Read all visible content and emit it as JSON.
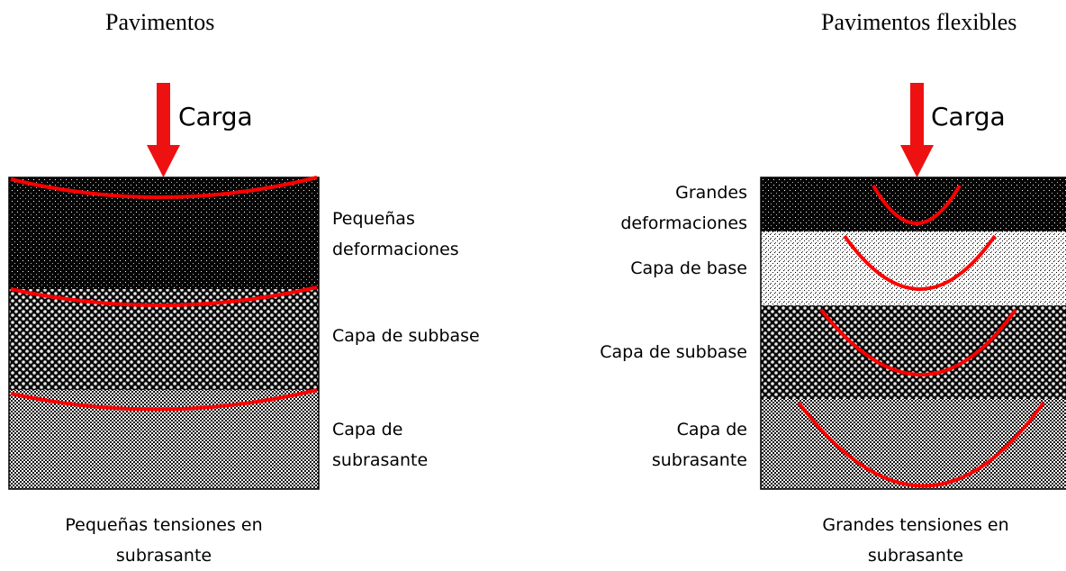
{
  "left": {
    "title": "Pavimentos",
    "load": "Carga",
    "layer_labels": {
      "top": [
        "Pequeñas",
        "deformaciones"
      ],
      "subbase": [
        "Capa de subbase"
      ],
      "subgrade": [
        "Capa de",
        "subrasante"
      ]
    },
    "caption": [
      "Pequeñas tensiones en",
      "subrasante"
    ]
  },
  "right": {
    "title": "Pavimentos flexibles",
    "load": "Carga",
    "layer_labels": {
      "top": [
        "Grandes",
        "deformaciones"
      ],
      "base": [
        "Capa de base"
      ],
      "subbase": [
        "Capa de subbase"
      ],
      "subgrade": [
        "Capa de",
        "subrasante"
      ]
    },
    "caption": [
      "Grandes tensiones en",
      "subrasante"
    ]
  },
  "colors": {
    "arrow": "#ee1111",
    "deflection_curve": "#ff0000",
    "border": "#000000"
  }
}
